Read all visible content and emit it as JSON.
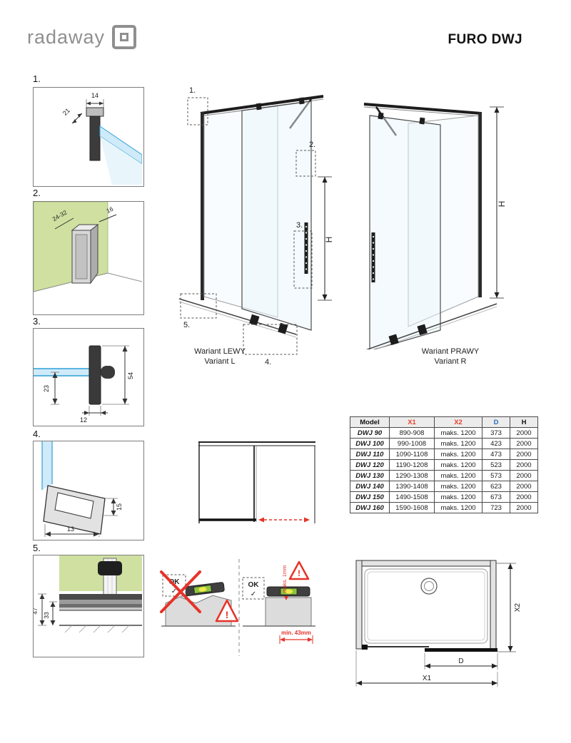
{
  "header": {
    "logo_text": "radaway",
    "title": "FURO DWJ"
  },
  "details": [
    {
      "label": "1.",
      "dims": {
        "a": "14",
        "b": "21"
      }
    },
    {
      "label": "2.",
      "dims": {
        "a": "24-32",
        "b": "16"
      }
    },
    {
      "label": "3.",
      "dims": {
        "a": "23",
        "b": "12",
        "c": "54"
      }
    },
    {
      "label": "4.",
      "dims": {
        "a": "13",
        "b": "15"
      }
    },
    {
      "label": "5.",
      "dims": {
        "a": "47",
        "b": "33"
      }
    }
  ],
  "variant_left": {
    "callouts": [
      "1.",
      "2.",
      "3.",
      "4.",
      "5."
    ],
    "height_label": "H",
    "caption_pl": "Wariant LEWY",
    "caption_en": "Variant L"
  },
  "variant_right": {
    "height_label": "H",
    "caption_pl": "Wariant PRAWY",
    "caption_en": "Variant R"
  },
  "spec_table": {
    "headers": [
      "Model",
      "X1",
      "X2",
      "D",
      "H"
    ],
    "rows": [
      [
        "DWJ 90",
        "890-908",
        "maks. 1200",
        "373",
        "2000"
      ],
      [
        "DWJ 100",
        "990-1008",
        "maks. 1200",
        "423",
        "2000"
      ],
      [
        "DWJ 110",
        "1090-1108",
        "maks. 1200",
        "473",
        "2000"
      ],
      [
        "DWJ 120",
        "1190-1208",
        "maks. 1200",
        "523",
        "2000"
      ],
      [
        "DWJ 130",
        "1290-1308",
        "maks. 1200",
        "573",
        "2000"
      ],
      [
        "DWJ 140",
        "1390-1408",
        "maks. 1200",
        "623",
        "2000"
      ],
      [
        "DWJ 150",
        "1490-1508",
        "maks. 1200",
        "673",
        "2000"
      ],
      [
        "DWJ 160",
        "1590-1608",
        "maks. 1200",
        "723",
        "2000"
      ]
    ]
  },
  "installation": {
    "wrong": {
      "ok_label": "OK",
      "check": "✓",
      "warning": "!"
    },
    "correct": {
      "ok_label": "OK",
      "check": "✓",
      "warning": "!",
      "max_gap": "maks. 1mm",
      "min_distance": "min. 43mm"
    }
  },
  "plan": {
    "x1_label": "X1",
    "x2_label": "X2",
    "d_label": "D"
  },
  "colors": {
    "accent_red": "#e63329",
    "table_x_red": "#e8412d",
    "table_d_blue": "#2b6cb8",
    "glass_blue": "#2d9fd8",
    "glass_fill": "#cfeaf8",
    "wall_green": "#cfe0a0",
    "level_green": "#8dc63f",
    "level_bubble": "#f3e84a",
    "logo_gray": "#8f8f8f"
  }
}
